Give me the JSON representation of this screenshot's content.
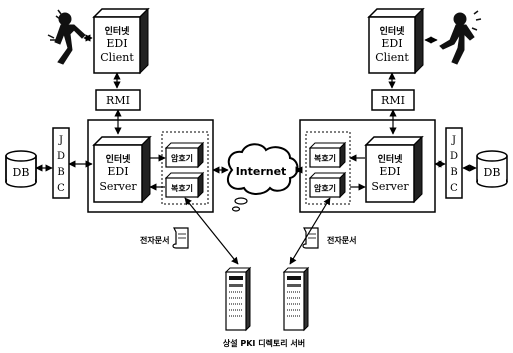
{
  "left": {
    "client": {
      "line1": "인터넷",
      "line2": "EDI",
      "line3": "Client"
    },
    "rmi": "RMI",
    "server": {
      "line1": "인터넷",
      "line2": "EDI",
      "line3": "Server"
    },
    "module_top": "암호기",
    "module_bottom": "복호기",
    "jdbc": [
      "J",
      "D",
      "B",
      "C"
    ],
    "db": "DB",
    "document_label": "전자문서"
  },
  "right": {
    "client": {
      "line1": "인터넷",
      "line2": "EDI",
      "line3": "Client"
    },
    "rmi": "RMI",
    "server": {
      "line1": "인터넷",
      "line2": "EDI",
      "line3": "Server"
    },
    "module_top": "복호기",
    "module_bottom": "암호기",
    "jdbc": [
      "J",
      "D",
      "B",
      "C"
    ],
    "db": "DB",
    "document_label": "전자문서"
  },
  "internet": "Internet",
  "pki_caption": "상설 PKI 디렉토리 서버"
}
